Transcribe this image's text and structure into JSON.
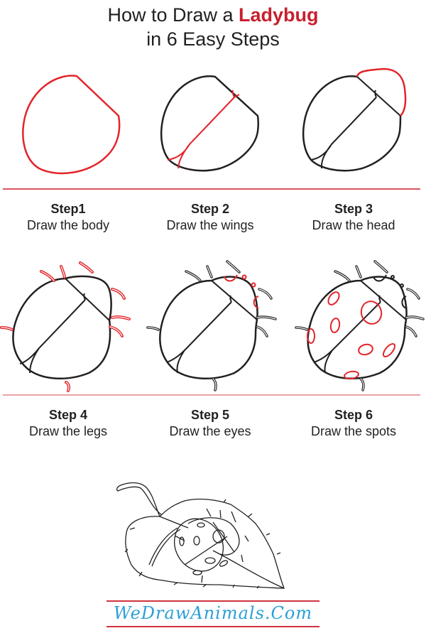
{
  "title": {
    "line1_prefix": "How to Draw a ",
    "line1_accent": "Ladybug",
    "line2": "in 6 Easy Steps"
  },
  "colors": {
    "accent": "#c8202f",
    "stroke": "#231f20",
    "divider_top": "#d9545e",
    "divider_bottom": "#eba2a7",
    "brand_blue": "#2a9fd6",
    "brand_gray": "#555555",
    "brand_rule": "#d0343f"
  },
  "steps": [
    {
      "number": "Step1",
      "description": "Draw the body"
    },
    {
      "number": "Step 2",
      "description": "Draw the wings"
    },
    {
      "number": "Step 3",
      "description": "Draw the head"
    },
    {
      "number": "Step 4",
      "description": "Draw the legs"
    },
    {
      "number": "Step 5",
      "description": "Draw the eyes"
    },
    {
      "number": "Step 6",
      "description": "Draw the spots"
    }
  ],
  "footer": {
    "brand": "WeDrawAnimals.Com"
  }
}
